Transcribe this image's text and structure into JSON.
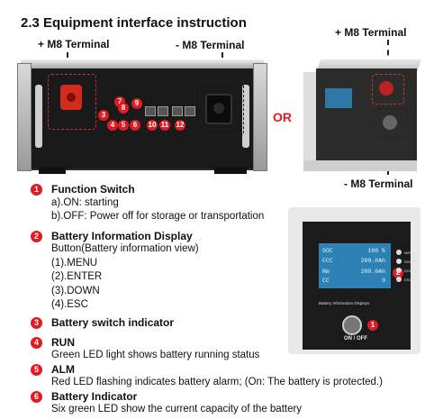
{
  "title": "2.3 Equipment interface instruction",
  "labels": {
    "plus_m8": "+ M8 Terminal",
    "minus_m8": "- M8 Terminal",
    "or": "OR",
    "plus_m8_right": "+ M8 Terminal",
    "minus_m8_right": "- M8 Terminal"
  },
  "front_badges": [
    "3",
    "7",
    "8",
    "9",
    "4",
    "5",
    "6",
    "10",
    "11",
    "12"
  ],
  "items": [
    {
      "n": "1",
      "title": "Function Switch",
      "lines": [
        "a).ON: starting",
        "b).OFF: Power off for storage or transportation"
      ]
    },
    {
      "n": "2",
      "title": "Battery Information Display",
      "lines": [
        "Button(Battery information view)",
        "(1).MENU",
        "(2).ENTER",
        "(3).DOWN",
        "(4).ESC"
      ]
    },
    {
      "n": "3",
      "title": "Battery switch indicator",
      "lines": []
    },
    {
      "n": "4",
      "title": "RUN",
      "lines": [
        "Green LED light shows battery running status"
      ]
    },
    {
      "n": "5",
      "title": "ALM",
      "lines": [
        "Red LED flashing indicates battery alarm; (On: The battery is protected.)"
      ]
    },
    {
      "n": "6",
      "title": "Battery Indicator",
      "lines": [
        "Six green LED show the current capacity of the battery"
      ]
    }
  ],
  "bms_panel": {
    "lcd": [
      {
        "k": "SOC",
        "v": "100 %"
      },
      {
        "k": "FCC",
        "v": "200.0Ah"
      },
      {
        "k": "Rm",
        "v": "200.0Ah"
      },
      {
        "k": "CC",
        "v": "0"
      }
    ],
    "buttons": [
      "MENU",
      "ENTER",
      "DOWN",
      "ESC"
    ],
    "caption": "Battery Information Displays",
    "on_off": "ON / OFF",
    "badge_display": "2",
    "badge_switch": "1"
  },
  "colors": {
    "accent": "#e11b22",
    "lcd": "#2c82b5"
  }
}
